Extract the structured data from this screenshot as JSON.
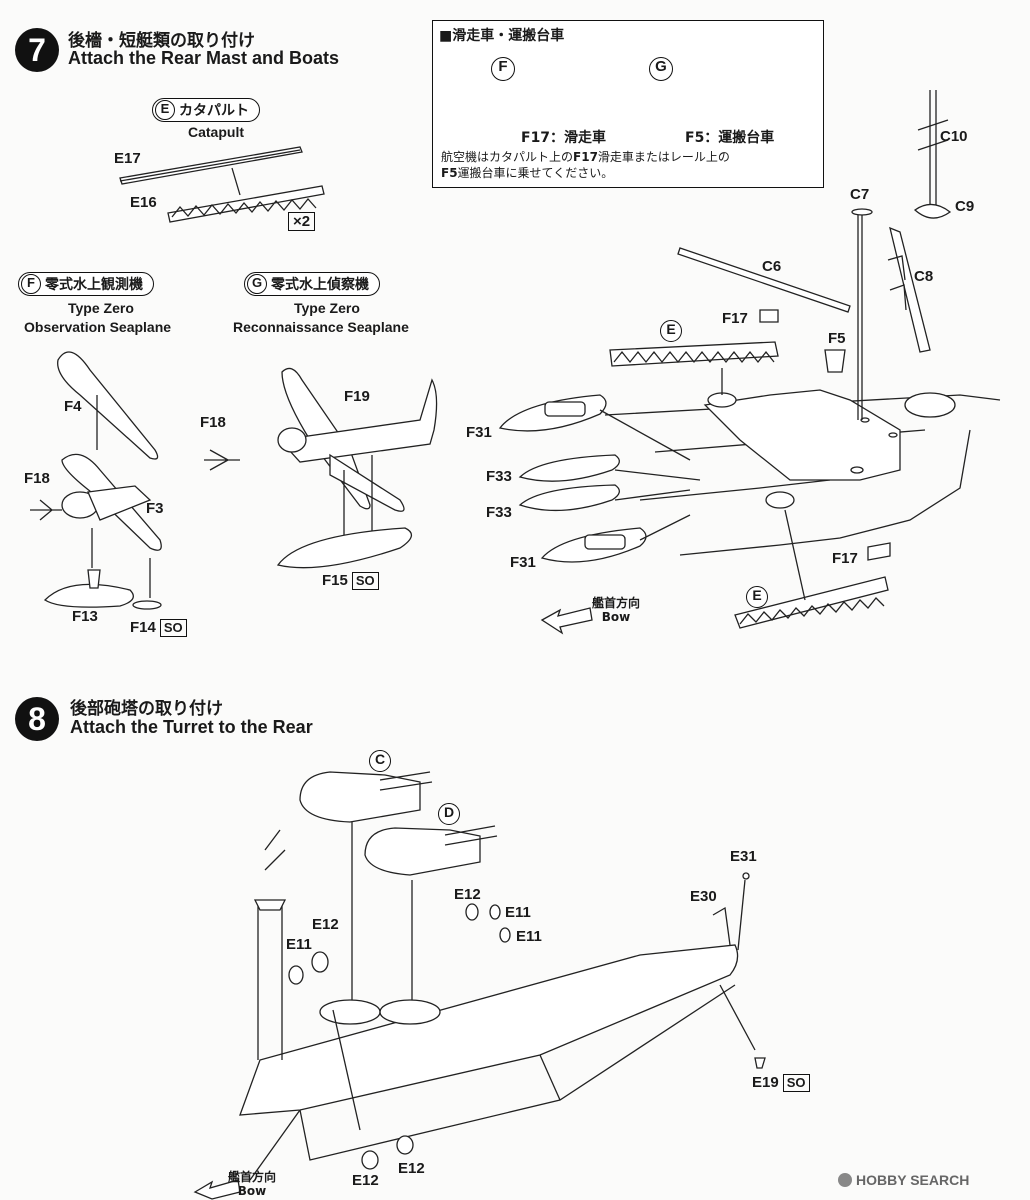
{
  "step7": {
    "number": "7",
    "title_jp": "後檣・短艇類の取り付け",
    "title_en": "Attach the Rear Mast and Boats"
  },
  "catapult_part": {
    "letter": "E",
    "name_jp": "カタパルト",
    "name_en": "Catapult",
    "labels": [
      "E17",
      "E16"
    ],
    "qty": "×2"
  },
  "seaplane_f": {
    "letter": "F",
    "name_jp": "零式水上観測機",
    "name_en_1": "Type Zero",
    "name_en_2": "Observation Seaplane",
    "labels": [
      "F4",
      "F18",
      "F3",
      "F13",
      "F14"
    ],
    "tag": "SO"
  },
  "seaplane_g": {
    "letter": "G",
    "name_jp": "零式水上偵察機",
    "name_en_1": "Type Zero",
    "name_en_2": "Reconnaissance Seaplane",
    "labels": [
      "F18",
      "F19",
      "F15"
    ],
    "tag": "SO"
  },
  "info_box": {
    "title": "■滑走車・運搬台車",
    "f_letter": "F",
    "g_letter": "G",
    "caption_f": "F17：滑走車",
    "caption_g": "F5：運搬台車",
    "note_line1_a": "航空機はカタパルト上の",
    "note_line1_b": "F17",
    "note_line1_c": "滑走車またはレール上の",
    "note_line2_a": "F5",
    "note_line2_b": "運搬台車に乗せてください。"
  },
  "step7_assembly": {
    "labels": [
      "C10",
      "C7",
      "C9",
      "C6",
      "C8",
      "F17",
      "F5",
      "F31",
      "F33",
      "F33",
      "F31",
      "F17"
    ],
    "e_letters": [
      "E",
      "E"
    ]
  },
  "bow1": {
    "jp": "艦首方向",
    "en": "Bow"
  },
  "step8": {
    "number": "8",
    "title_jp": "後部砲塔の取り付け",
    "title_en": "Attach the Turret to the Rear"
  },
  "step8_assembly": {
    "turret_letters": [
      "C",
      "D"
    ],
    "labels": [
      "E12",
      "E11",
      "E12",
      "E11",
      "E11",
      "E31",
      "E30",
      "E19",
      "E12",
      "E12"
    ],
    "tag": "SO"
  },
  "bow2": {
    "jp": "艦首方向",
    "en": "Bow"
  },
  "watermark": "HOBBY SEARCH"
}
